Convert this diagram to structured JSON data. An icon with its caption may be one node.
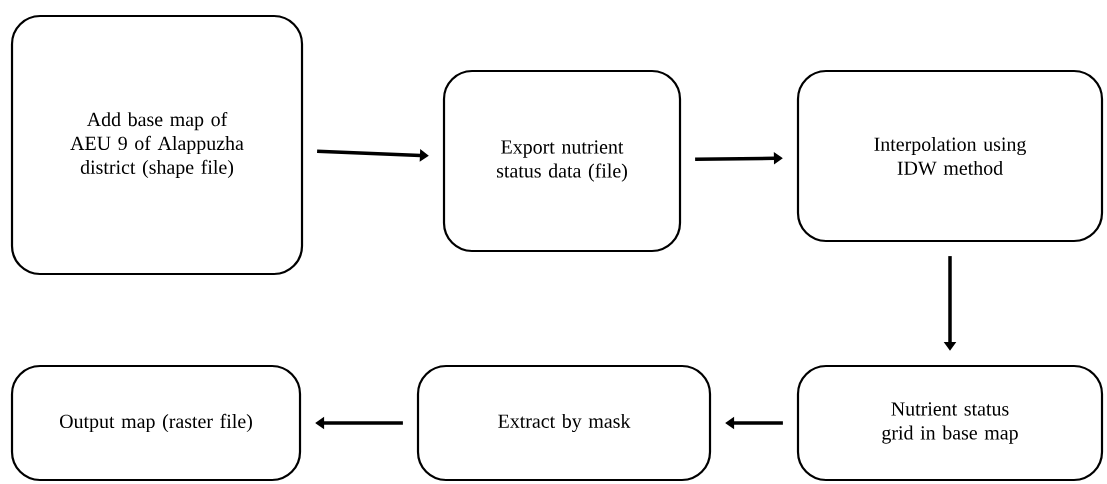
{
  "diagram": {
    "nodes": [
      {
        "text": [
          "Add base map of AEU 9 of Alappuzha district (shape file)"
        ]
      },
      {
        "text": [
          "Export nutrient status data (file)"
        ]
      },
      {
        "text": [
          "Interpolation using IDW method"
        ]
      },
      {
        "text": [
          "Nutrient status grid in base map"
        ]
      },
      {
        "text": [
          "Extract by mask"
        ]
      },
      {
        "text": [
          "Output map (raster file)"
        ]
      }
    ],
    "edges": [
      {
        "from": 0,
        "to": 1,
        "arrow": "to"
      },
      {
        "from": 1,
        "to": 2,
        "arrow": "to"
      },
      {
        "from": 2,
        "to": 3,
        "arrow": "to"
      },
      {
        "from": 3,
        "to": 4,
        "arrow": "to"
      },
      {
        "from": 4,
        "to": 5,
        "arrow": "to"
      }
    ]
  }
}
